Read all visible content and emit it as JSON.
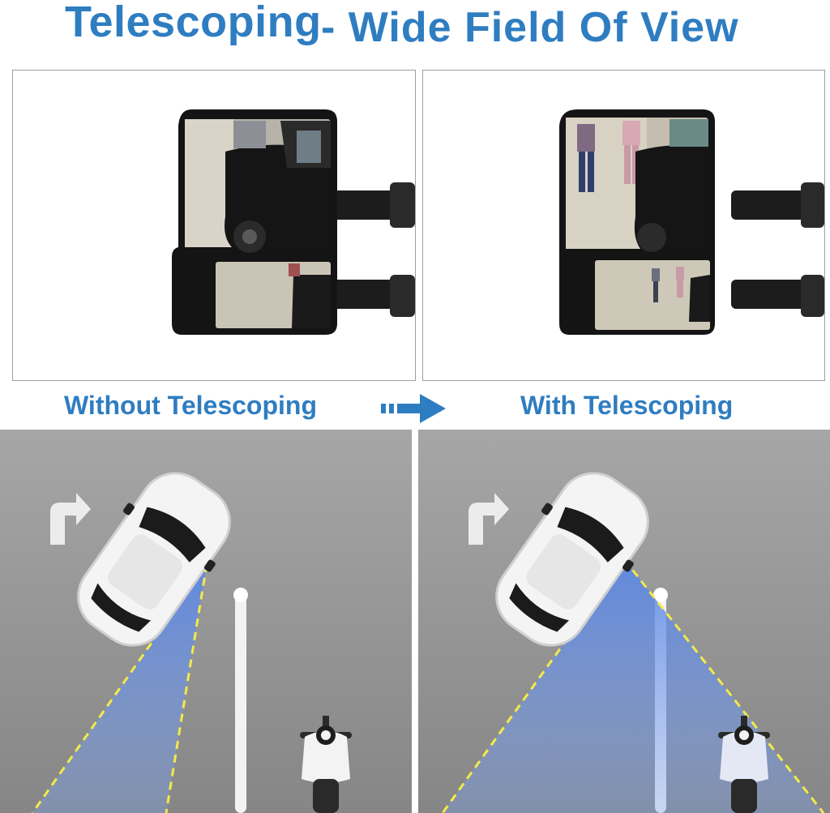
{
  "header": {
    "title_main": "Telescoping",
    "title_rest": "- Wide Field Of View"
  },
  "comparison": {
    "left_caption": "Without Telescoping",
    "right_caption": "With Telescoping",
    "arrow_icon": "right-arrow-icon"
  },
  "colors": {
    "accent": "#2f7dc1",
    "road": "#8f8f8f",
    "sightline": "#f2ea4a",
    "view_cone": "#4f7fe0"
  }
}
